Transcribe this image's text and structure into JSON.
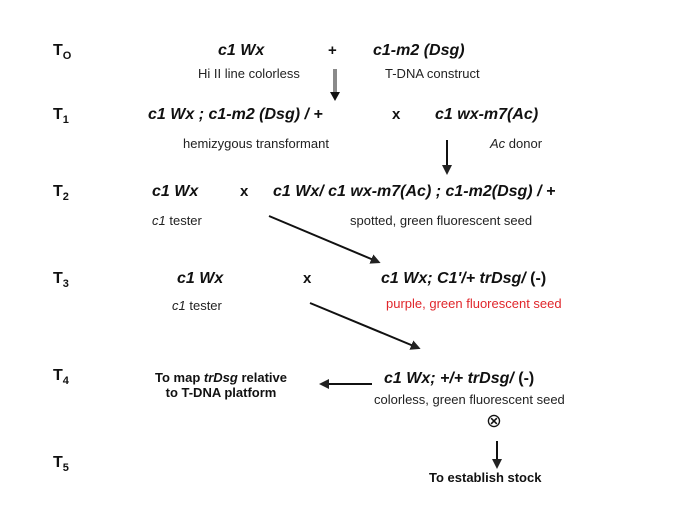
{
  "generations": [
    {
      "label": "T",
      "sub": "O"
    },
    {
      "label": "T",
      "sub": "1"
    },
    {
      "label": "T",
      "sub": "2"
    },
    {
      "label": "T",
      "sub": "3"
    },
    {
      "label": "T",
      "sub": "4"
    },
    {
      "label": "T",
      "sub": "5"
    }
  ],
  "t0": {
    "left_genotype": "c1 Wx",
    "left_desc": "Hi II line colorless",
    "operator": "+",
    "right_genotype": "c1-m2 (Dsg)",
    "right_desc": "T-DNA construct"
  },
  "t1": {
    "left_genotype": "c1 Wx ;  c1-m2 (Dsg) / +",
    "left_desc": "hemizygous transformant",
    "operator": "x",
    "right_genotype": "c1  wx-m7(Ac)",
    "right_desc_italic": "Ac",
    "right_desc_rest": " donor"
  },
  "t2": {
    "left_genotype": "c1 Wx",
    "left_desc_italic": "c1",
    "left_desc_rest": " tester",
    "operator": "x",
    "right_genotype": "c1 Wx/ c1 wx-m7(Ac) ; c1-m2(Dsg) / +",
    "right_desc": "spotted, green fluorescent seed"
  },
  "t3": {
    "left_genotype": "c1 Wx",
    "left_desc_italic": "c1",
    "left_desc_rest": " tester",
    "operator": "x",
    "right_genotype_a": "c1 Wx;   C1'/+  trDsg/",
    "right_genotype_b": " (-)",
    "right_desc": "purple, green fluorescent seed",
    "right_desc_color": "#e0262b"
  },
  "t4": {
    "note_line1_a": "To map ",
    "note_line1_italic": "trDsg",
    "note_line1_b": " relative",
    "note_line2": "to T-DNA platform",
    "genotype_a": "c1 Wx;   +/+  trDsg/",
    "genotype_b": " (-)",
    "desc": "colorless, green fluorescent seed",
    "selfing_symbol": "⊗"
  },
  "t5": {
    "note": "To establish stock"
  }
}
